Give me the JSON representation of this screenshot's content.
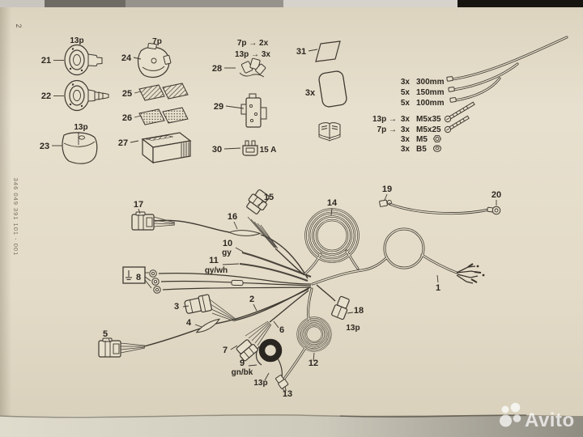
{
  "page": {
    "number": "2",
    "doc_code": "346 049 391 101 - 001"
  },
  "kit": {
    "p21": {
      "num": "21",
      "type": "13p"
    },
    "p22": {
      "num": "22"
    },
    "p23": {
      "num": "23",
      "type": "13p"
    },
    "p24": {
      "num": "24",
      "type": "7p"
    },
    "p25": {
      "num": "25"
    },
    "p26": {
      "num": "26"
    },
    "p27": {
      "num": "27"
    },
    "p28": {
      "num": "28",
      "note_7p": "7p → 2x",
      "note_13p": "13p → 3x"
    },
    "p29": {
      "num": "29"
    },
    "p30": {
      "num": "30",
      "rating": "15 A"
    },
    "p31": {
      "num": "31"
    },
    "pad_qty": "3x"
  },
  "fasteners": {
    "rows": [
      {
        "prefix": "",
        "qty": "3x",
        "spec": "300mm"
      },
      {
        "prefix": "",
        "qty": "5x",
        "spec": "150mm"
      },
      {
        "prefix": "",
        "qty": "5x",
        "spec": "100mm"
      },
      {
        "prefix": "13p →",
        "qty": "3x",
        "spec": "M5x35"
      },
      {
        "prefix": "7p →",
        "qty": "3x",
        "spec": "M5x25"
      },
      {
        "prefix": "",
        "qty": "3x",
        "spec": "M5"
      },
      {
        "prefix": "",
        "qty": "3x",
        "spec": "B5"
      }
    ]
  },
  "harness": {
    "c1": "1",
    "c2": "2",
    "c3": "3",
    "c4": "4",
    "c5": "5",
    "c6": "6",
    "c7": "7",
    "c8": "8",
    "c9": "9",
    "c10": "10",
    "c11": "11",
    "c12": "12",
    "c13": "13",
    "c14": "14",
    "c15": "15",
    "c16": "16",
    "c17": "17",
    "c18": "18",
    "c19": "19",
    "c20": "20",
    "w9_color": "gn/bk",
    "w10_color": "gy",
    "w11_color": "gy/wh",
    "t9": "13p",
    "t18": "13p"
  },
  "watermark": {
    "text": "Avito"
  },
  "colors": {
    "paper": "#e4dcc8",
    "ink": "#3e3931"
  }
}
